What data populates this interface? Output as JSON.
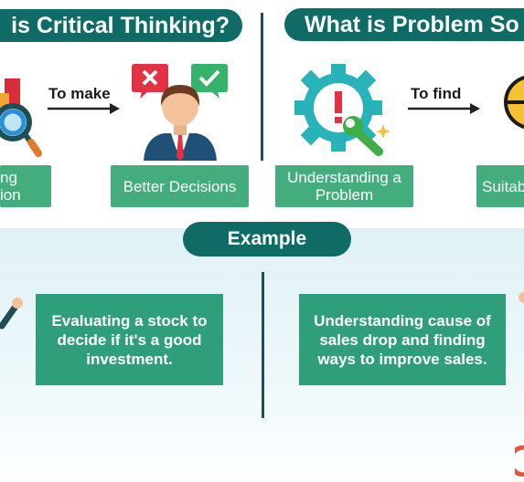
{
  "titles": {
    "critical_thinking": "is Critical Thinking?",
    "problem_solving": "What is Problem So"
  },
  "flows": {
    "left": {
      "input_label_line1": "ng",
      "input_label_line2": "ion",
      "arrow_label": "To make",
      "output_label": "Better Decisions"
    },
    "right": {
      "input_label_line1": "Understanding a",
      "input_label_line2": "Problem",
      "arrow_label": "To find",
      "output_label": "Suitab"
    }
  },
  "example": {
    "heading": "Example",
    "left_text": "Evaluating a stock to decide if it's a good investment.",
    "right_text": "Understanding cause of sales drop and finding ways to improve sales."
  },
  "colors": {
    "pill": "#0f6b66",
    "label_box": "#43ad7e",
    "example_box": "#2f9e7b",
    "divider": "#1f4f54"
  },
  "icons": [
    "magnifier-icon",
    "wrong-choice-icon",
    "right-choice-icon",
    "person-icon",
    "gear-icon",
    "wrench-icon",
    "exclamation-icon",
    "lightbulb-icon",
    "arrow-right-icon"
  ]
}
